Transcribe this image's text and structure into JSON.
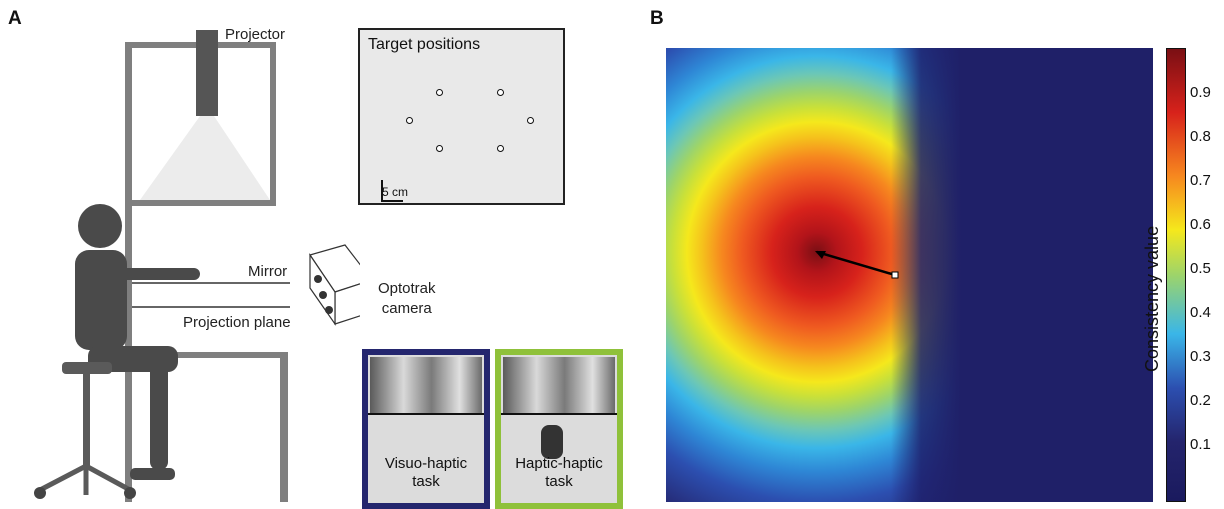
{
  "panel_a": {
    "letter": "A",
    "labels": {
      "projector": "Projector",
      "mirror": "Mirror",
      "projection_plane": "Projection plane",
      "optotrak": "Optotrak\ncamera"
    },
    "target_positions": {
      "title": "Target positions",
      "scale_label": "5 cm"
    },
    "tasks": [
      {
        "label": "Visuo-haptic\ntask",
        "border_color": "#24266e"
      },
      {
        "label": "Haptic-haptic\ntask",
        "border_color": "#8fc13a"
      }
    ]
  },
  "panel_b": {
    "letter": "B",
    "colorbar": {
      "label": "Consistency value",
      "ticks": [
        "0.9",
        "0.8",
        "0.7",
        "0.6",
        "0.5",
        "0.4",
        "0.3",
        "0.2",
        "0.1"
      ],
      "colors": [
        "#7a0f14",
        "#d7221b",
        "#f6871f",
        "#f5e81c",
        "#9dd46a",
        "#3ab6e8",
        "#2c4fb0",
        "#24246c",
        "#1a1a5e"
      ]
    }
  }
}
